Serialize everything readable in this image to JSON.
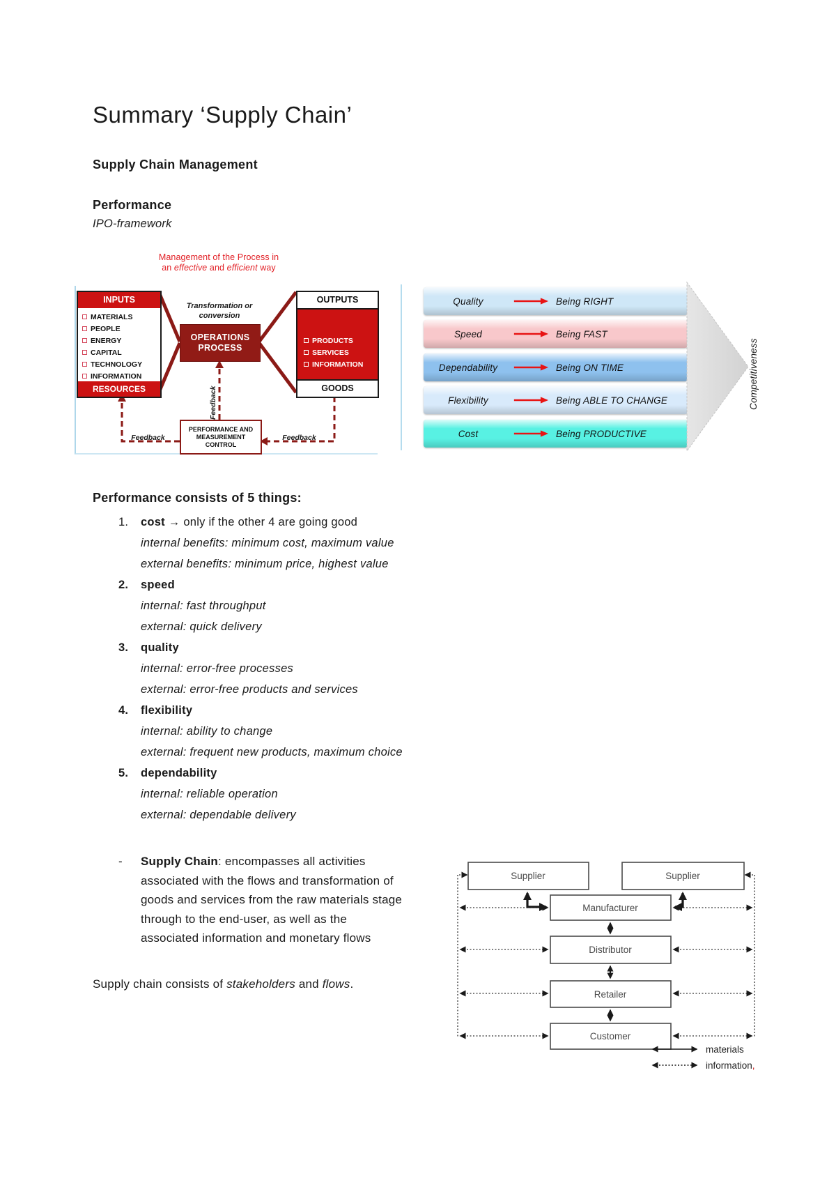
{
  "doc": {
    "title": "Summary ‘Supply Chain’",
    "h1": "Supply Chain Management",
    "h2": "Performance",
    "h2_sub": "IPO-framework"
  },
  "ipo": {
    "caption": {
      "line1": "Management of the Process in",
      "pre": "an ",
      "word1": "effective",
      "mid": " and ",
      "word2": "efficient",
      "post": " way"
    },
    "inputs": {
      "header": "INPUTS",
      "items": [
        "MATERIALS",
        "PEOPLE",
        "ENERGY",
        "CAPITAL",
        "TECHNOLOGY",
        "INFORMATION"
      ],
      "footer": "RESOURCES"
    },
    "process": {
      "label_top": "Transformation or",
      "label_top2": "conversion",
      "box_line1": "OPERATIONS",
      "box_line2": "PROCESS"
    },
    "outputs": {
      "header": "OUTPUTS",
      "items": [
        "PRODUCTS",
        "SERVICES",
        "INFORMATION"
      ],
      "footer": "GOODS"
    },
    "feedback": {
      "left": "Feedback",
      "center": "Feedback",
      "right": "Feedback"
    },
    "control": {
      "line1": "PERFORMANCE AND",
      "line2": "MEASUREMENT",
      "line3": "CONTROL"
    },
    "colors": {
      "red": "#cc1212",
      "dark_red": "#8b1a16",
      "process_red": "#911b16",
      "caption_red": "#e22026"
    }
  },
  "objectives": {
    "rows": [
      {
        "label": "Quality",
        "result": "Being RIGHT",
        "color": "#cfe7f7"
      },
      {
        "label": "Speed",
        "result": "Being FAST",
        "color": "#f8c8cb"
      },
      {
        "label": "Dependability",
        "result": "Being ON TIME",
        "color": "#8ec1ee"
      },
      {
        "label": "Flexibility",
        "result": "Being ABLE TO CHANGE",
        "color": "#d8eafb"
      },
      {
        "label": "Cost",
        "result": "Being PRODUCTIVE",
        "color": "#58f1e3"
      }
    ],
    "arrow_color": "#e81414",
    "big_arrow_color": "#d9d9d9",
    "side_label": "Competitiveness"
  },
  "list": {
    "heading": "Performance consists of 5 things:",
    "items": [
      {
        "num": "1.",
        "term": "cost",
        "rest": " → only if the other 4 are going good",
        "line1": "internal benefits: minimum cost, maximum value",
        "line2": "external benefits: minimum price, highest value"
      },
      {
        "num": "2.",
        "term": "speed",
        "rest": "",
        "line1": "internal: fast throughput",
        "line2": "external: quick delivery"
      },
      {
        "num": "3.",
        "term": "quality",
        "rest": "",
        "line1": "internal: error-free processes",
        "line2": "external: error-free products and services"
      },
      {
        "num": "4.",
        "term": "flexibility",
        "rest": "",
        "line1": "internal: ability to change",
        "line2": "external: frequent new products, maximum choice"
      },
      {
        "num": "5.",
        "term": "dependability",
        "rest": "",
        "line1": "internal: reliable operation",
        "line2": "external: dependable delivery"
      }
    ]
  },
  "note": {
    "dash": "-",
    "term": "Supply Chain",
    "rest": ": encompasses all activities associated with the flows and transformation of goods and services from the raw materials stage through to the end-user, as well as the associated information and monetary flows",
    "footer_pre": "Supply chain consists of ",
    "footer_i1": "stakeholders",
    "footer_mid": " and ",
    "footer_i2": "flows",
    "footer_end": "."
  },
  "chain": {
    "supplier_left": "Supplier",
    "supplier_right": "Supplier",
    "manufacturer": "Manufacturer",
    "distributor": "Distributor",
    "retailer": "Retailer",
    "customer": "Customer",
    "legend_materials": "materials",
    "legend_information": "information",
    "legend_info_mark": ","
  }
}
